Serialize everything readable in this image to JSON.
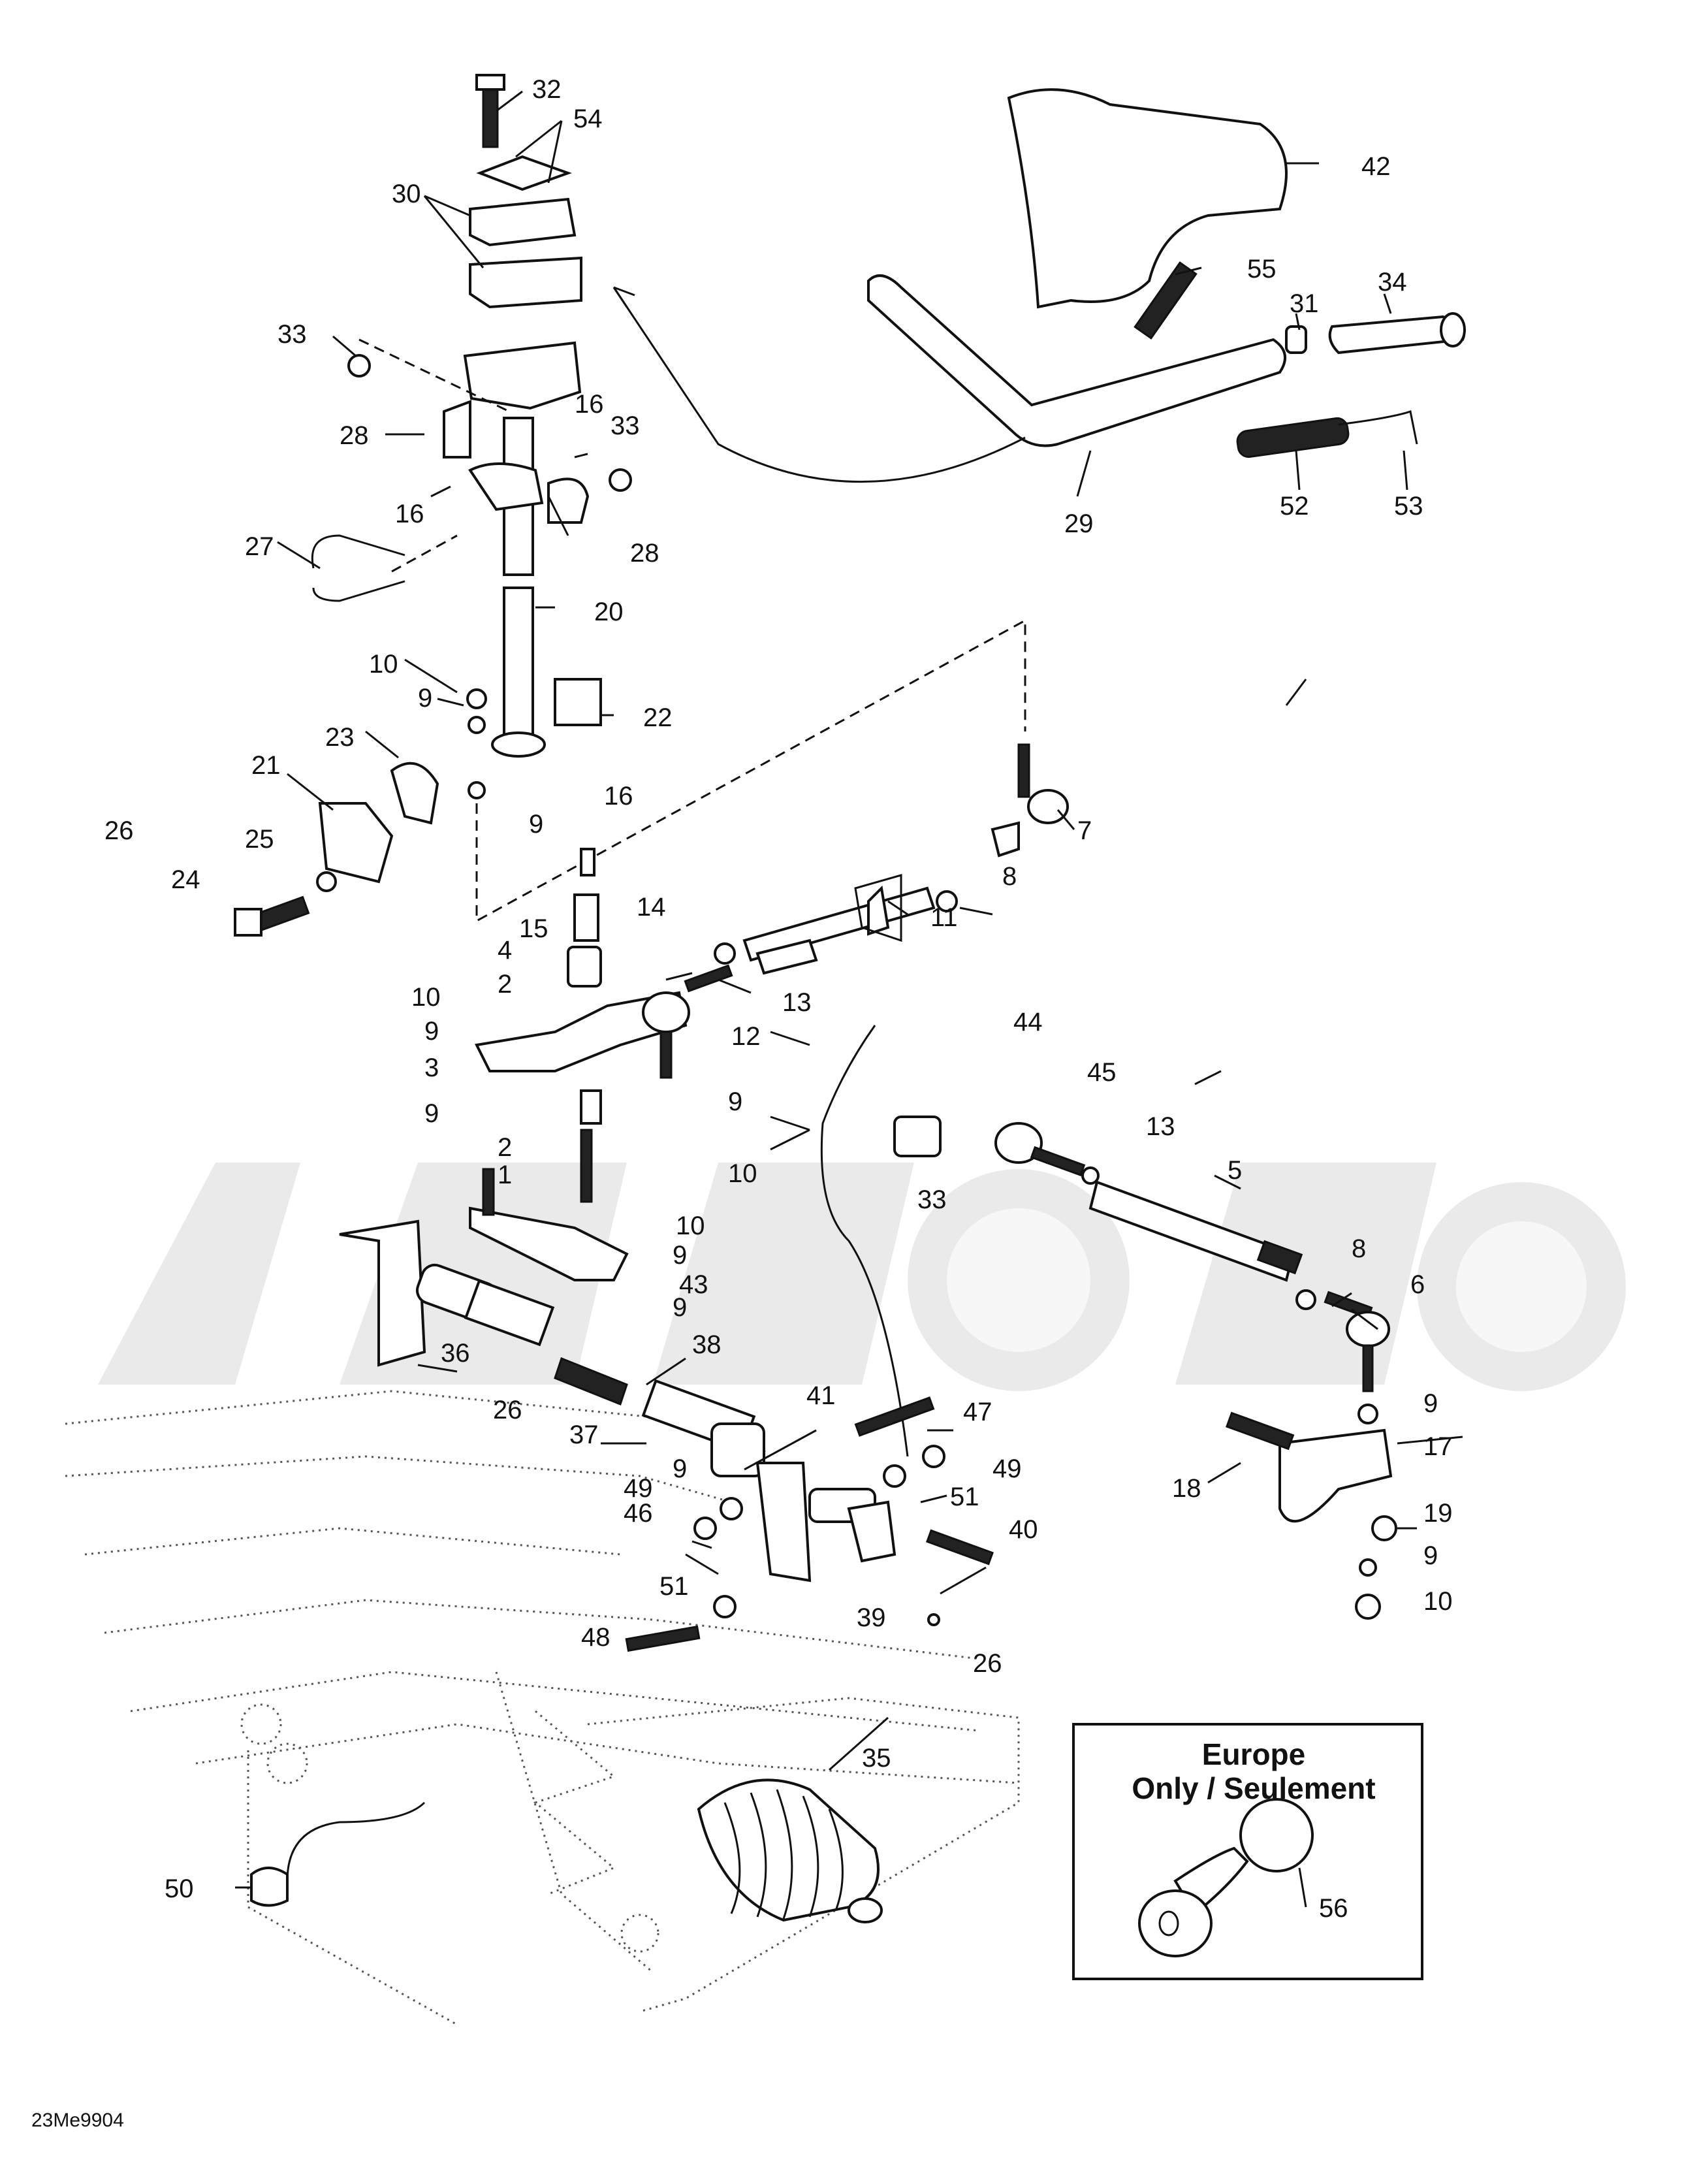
{
  "figure_code": "23Me9904",
  "inset": {
    "title_line1": "Europe",
    "title_line2": "Only / Seulement",
    "part_number": "56"
  },
  "callouts": [
    {
      "id": "c1",
      "text": "1"
    },
    {
      "id": "c2a",
      "text": "2"
    },
    {
      "id": "c2b",
      "text": "2"
    },
    {
      "id": "c3",
      "text": "3"
    },
    {
      "id": "c4",
      "text": "4"
    },
    {
      "id": "c5",
      "text": "5"
    },
    {
      "id": "c6",
      "text": "6"
    },
    {
      "id": "c7",
      "text": "7"
    },
    {
      "id": "c8a",
      "text": "8"
    },
    {
      "id": "c8b",
      "text": "8"
    },
    {
      "id": "c9a",
      "text": "9"
    },
    {
      "id": "c9b",
      "text": "9"
    },
    {
      "id": "c9c",
      "text": "9"
    },
    {
      "id": "c9d",
      "text": "9"
    },
    {
      "id": "c9e",
      "text": "9"
    },
    {
      "id": "c9f",
      "text": "9"
    },
    {
      "id": "c9g",
      "text": "9"
    },
    {
      "id": "c9h",
      "text": "9"
    },
    {
      "id": "c9i",
      "text": "9"
    },
    {
      "id": "c9j",
      "text": "9"
    },
    {
      "id": "c10a",
      "text": "10"
    },
    {
      "id": "c10b",
      "text": "10"
    },
    {
      "id": "c10c",
      "text": "10"
    },
    {
      "id": "c10d",
      "text": "10"
    },
    {
      "id": "c10e",
      "text": "10"
    },
    {
      "id": "c11",
      "text": "11"
    },
    {
      "id": "c12",
      "text": "12"
    },
    {
      "id": "c13a",
      "text": "13"
    },
    {
      "id": "c13b",
      "text": "13"
    },
    {
      "id": "c14",
      "text": "14"
    },
    {
      "id": "c15",
      "text": "15"
    },
    {
      "id": "c16a",
      "text": "16"
    },
    {
      "id": "c16b",
      "text": "16"
    },
    {
      "id": "c16c",
      "text": "16"
    },
    {
      "id": "c17",
      "text": "17"
    },
    {
      "id": "c18",
      "text": "18"
    },
    {
      "id": "c19",
      "text": "19"
    },
    {
      "id": "c20",
      "text": "20"
    },
    {
      "id": "c21",
      "text": "21"
    },
    {
      "id": "c22",
      "text": "22"
    },
    {
      "id": "c23",
      "text": "23"
    },
    {
      "id": "c24",
      "text": "24"
    },
    {
      "id": "c25",
      "text": "25"
    },
    {
      "id": "c26a",
      "text": "26"
    },
    {
      "id": "c26b",
      "text": "26"
    },
    {
      "id": "c26c",
      "text": "26"
    },
    {
      "id": "c27",
      "text": "27"
    },
    {
      "id": "c28a",
      "text": "28"
    },
    {
      "id": "c28b",
      "text": "28"
    },
    {
      "id": "c29",
      "text": "29"
    },
    {
      "id": "c30",
      "text": "30"
    },
    {
      "id": "c31",
      "text": "31"
    },
    {
      "id": "c32",
      "text": "32"
    },
    {
      "id": "c33a",
      "text": "33"
    },
    {
      "id": "c33b",
      "text": "33"
    },
    {
      "id": "c33c",
      "text": "33"
    },
    {
      "id": "c34",
      "text": "34"
    },
    {
      "id": "c35",
      "text": "35"
    },
    {
      "id": "c36",
      "text": "36"
    },
    {
      "id": "c37",
      "text": "37"
    },
    {
      "id": "c38",
      "text": "38"
    },
    {
      "id": "c39",
      "text": "39"
    },
    {
      "id": "c40",
      "text": "40"
    },
    {
      "id": "c41",
      "text": "41"
    },
    {
      "id": "c42",
      "text": "42"
    },
    {
      "id": "c43",
      "text": "43"
    },
    {
      "id": "c44",
      "text": "44"
    },
    {
      "id": "c45",
      "text": "45"
    },
    {
      "id": "c46",
      "text": "46"
    },
    {
      "id": "c47",
      "text": "47"
    },
    {
      "id": "c48",
      "text": "48"
    },
    {
      "id": "c49a",
      "text": "49"
    },
    {
      "id": "c49b",
      "text": "49"
    },
    {
      "id": "c50",
      "text": "50"
    },
    {
      "id": "c51a",
      "text": "51"
    },
    {
      "id": "c51b",
      "text": "51"
    },
    {
      "id": "c52",
      "text": "52"
    },
    {
      "id": "c53",
      "text": "53"
    },
    {
      "id": "c54",
      "text": "54"
    },
    {
      "id": "c55",
      "text": "55"
    }
  ]
}
